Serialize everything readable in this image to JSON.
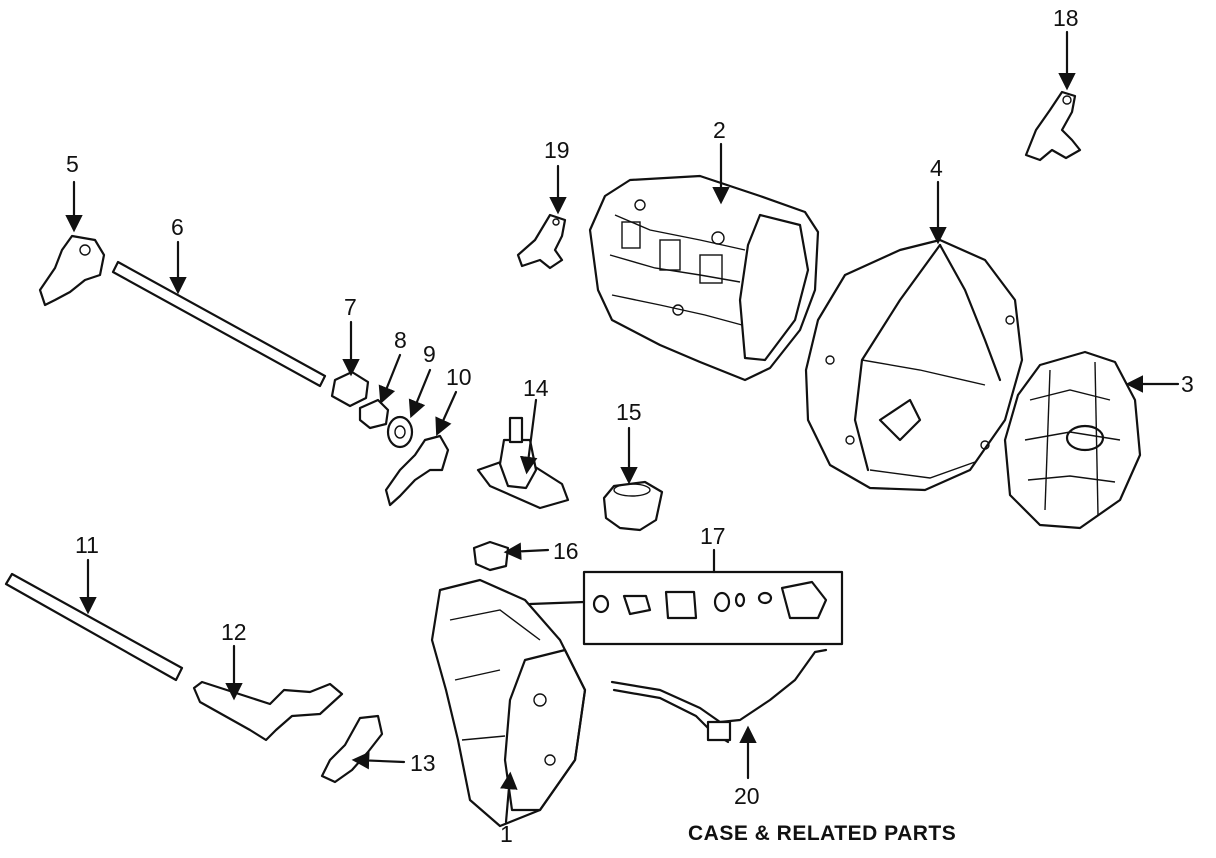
{
  "caption": "CASE & RELATED PARTS",
  "callouts": [
    {
      "id": "1",
      "label": "1"
    },
    {
      "id": "2",
      "label": "2"
    },
    {
      "id": "3",
      "label": "3"
    },
    {
      "id": "4",
      "label": "4"
    },
    {
      "id": "5",
      "label": "5"
    },
    {
      "id": "6",
      "label": "6"
    },
    {
      "id": "7",
      "label": "7"
    },
    {
      "id": "8",
      "label": "8"
    },
    {
      "id": "9",
      "label": "9"
    },
    {
      "id": "10",
      "label": "10"
    },
    {
      "id": "11",
      "label": "11"
    },
    {
      "id": "12",
      "label": "12"
    },
    {
      "id": "13",
      "label": "13"
    },
    {
      "id": "14",
      "label": "14"
    },
    {
      "id": "15",
      "label": "15"
    },
    {
      "id": "16",
      "label": "16"
    },
    {
      "id": "17",
      "label": "17"
    },
    {
      "id": "18",
      "label": "18"
    },
    {
      "id": "19",
      "label": "19"
    },
    {
      "id": "20",
      "label": "20"
    }
  ]
}
